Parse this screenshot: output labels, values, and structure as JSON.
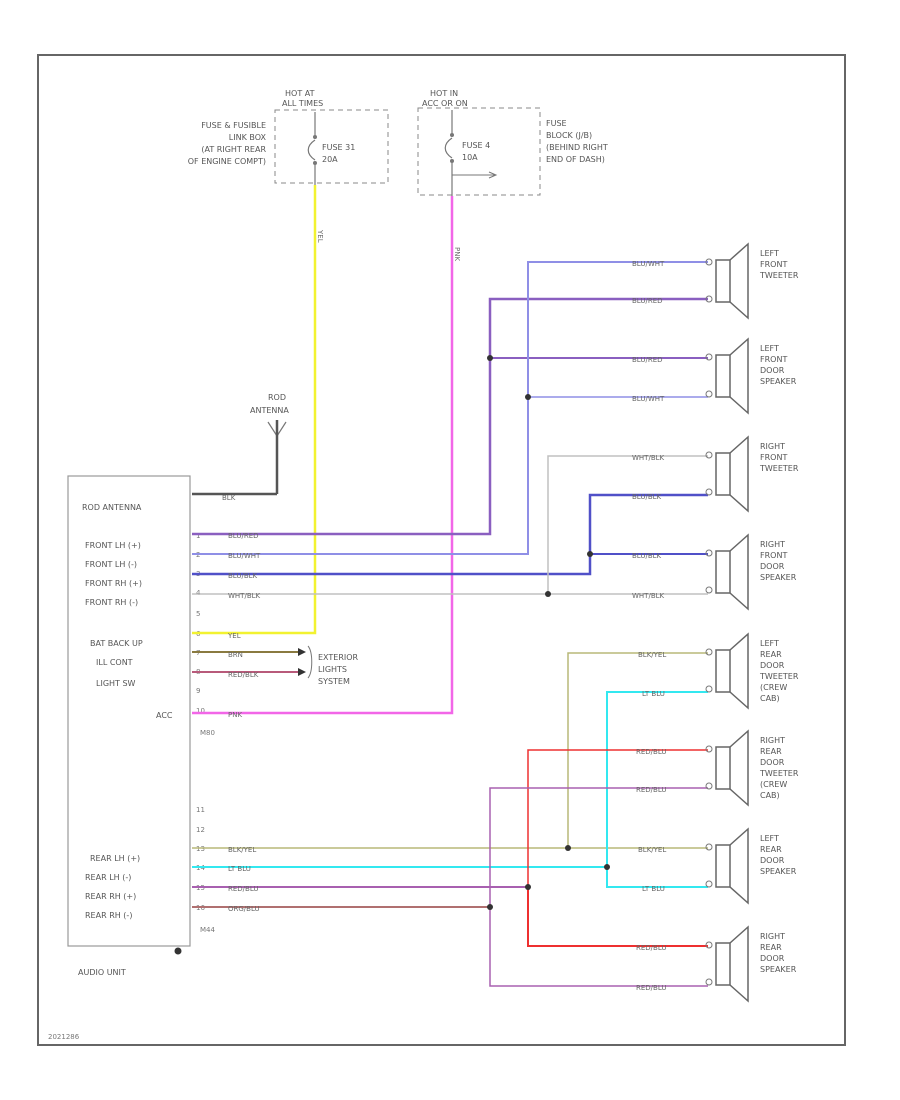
{
  "colors": {
    "frame": "#666666",
    "yel": "#f2f230",
    "pnk": "#f266e8",
    "blu_red": "#8a5fc0",
    "blu_wht": "#8f8fe6",
    "blu_blk": "#5050c8",
    "wht_blk": "#c0c0c0",
    "brn": "#8a7a40",
    "red_blk": "#b85a7a",
    "blk_yel": "#b8b878",
    "lt_blu": "#33e8f0",
    "red": "#ee3030",
    "red_blu": "#a860b0",
    "org_blu": "#b07070"
  },
  "fuse_left": {
    "header": [
      "HOT AT",
      "ALL TIMES"
    ],
    "location": [
      "FUSE & FUSIBLE",
      "LINK BOX",
      "(AT RIGHT REAR",
      "OF ENGINE COMPT)"
    ],
    "fuse": [
      "FUSE 31",
      "20A"
    ]
  },
  "fuse_right": {
    "header": [
      "HOT IN",
      "ACC OR ON"
    ],
    "location": [
      "FUSE",
      "BLOCK (J/B)",
      "(BEHIND RIGHT",
      "END OF DASH)"
    ],
    "fuse": [
      "FUSE 4",
      "10A"
    ]
  },
  "antenna": {
    "label": [
      "ROD",
      "ANTENNA"
    ],
    "wire": "BLK"
  },
  "audio_unit": {
    "name": "AUDIO UNIT",
    "labels": [
      "ROD ANTENNA",
      "FRONT LH (+)",
      "FRONT LH (-)",
      "FRONT RH (+)",
      "FRONT RH (-)",
      "BAT BACK UP",
      "ILL CONT",
      "LIGHT SW",
      "ACC",
      "REAR LH (+)",
      "REAR LH (-)",
      "REAR RH (+)",
      "REAR RH (-)"
    ],
    "pins": [
      "1",
      "2",
      "3",
      "4",
      "5",
      "6",
      "7",
      "8",
      "9",
      "10",
      "M80",
      "11",
      "12",
      "13",
      "14",
      "15",
      "16",
      "M44"
    ]
  },
  "exterior_lights": [
    "EXTERIOR",
    "LIGHTS",
    "SYSTEM"
  ],
  "wire_labels": {
    "yel": "YEL",
    "pnk": "PNK",
    "brn": "BRN",
    "red_blk": "RED/BLK",
    "blu_red": "BLU/RED",
    "blu_wht": "BLU/WHT",
    "blu_blk": "BLU/BLK",
    "wht_blk": "WHT/BLK",
    "blk_yel": "BLK/YEL",
    "lt_blu": "LT BLU",
    "red_blu": "RED/BLU",
    "org_blu": "ORG/BLU"
  },
  "speakers": [
    {
      "label": [
        "LEFT",
        "FRONT",
        "TWEETER"
      ]
    },
    {
      "label": [
        "LEFT",
        "FRONT",
        "DOOR",
        "SPEAKER"
      ]
    },
    {
      "label": [
        "RIGHT",
        "FRONT",
        "TWEETER"
      ]
    },
    {
      "label": [
        "RIGHT",
        "FRONT",
        "DOOR",
        "SPEAKER"
      ]
    },
    {
      "label": [
        "LEFT",
        "REAR",
        "DOOR",
        "TWEETER",
        "(CREW",
        "CAB)"
      ]
    },
    {
      "label": [
        "RIGHT",
        "REAR",
        "DOOR",
        "TWEETER",
        "(CREW",
        "CAB)"
      ]
    },
    {
      "label": [
        "LEFT",
        "REAR",
        "DOOR",
        "SPEAKER"
      ]
    },
    {
      "label": [
        "RIGHT",
        "REAR",
        "DOOR",
        "SPEAKER"
      ]
    }
  ],
  "footer_code": "2021286"
}
